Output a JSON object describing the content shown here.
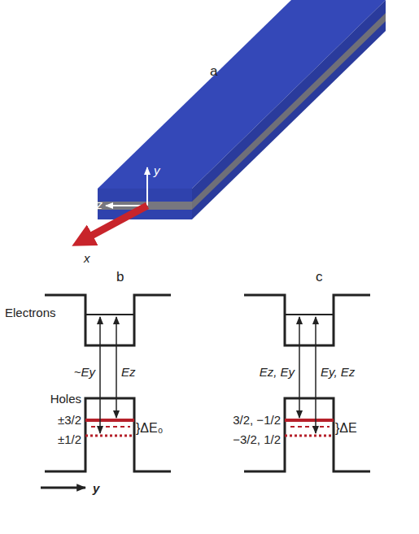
{
  "diagram": {
    "labels": [
      "a",
      "y",
      "z",
      "x",
      "b",
      "Electrons",
      "~Ey",
      "Ez",
      "Holes",
      "±3/2",
      "±1/2",
      "}ΔE₀",
      "y",
      "c",
      "Ez, Ey",
      "Ey, Ez",
      "3/2, −1/2",
      "−3/2, 1/2",
      "}ΔE"
    ]
  }
}
